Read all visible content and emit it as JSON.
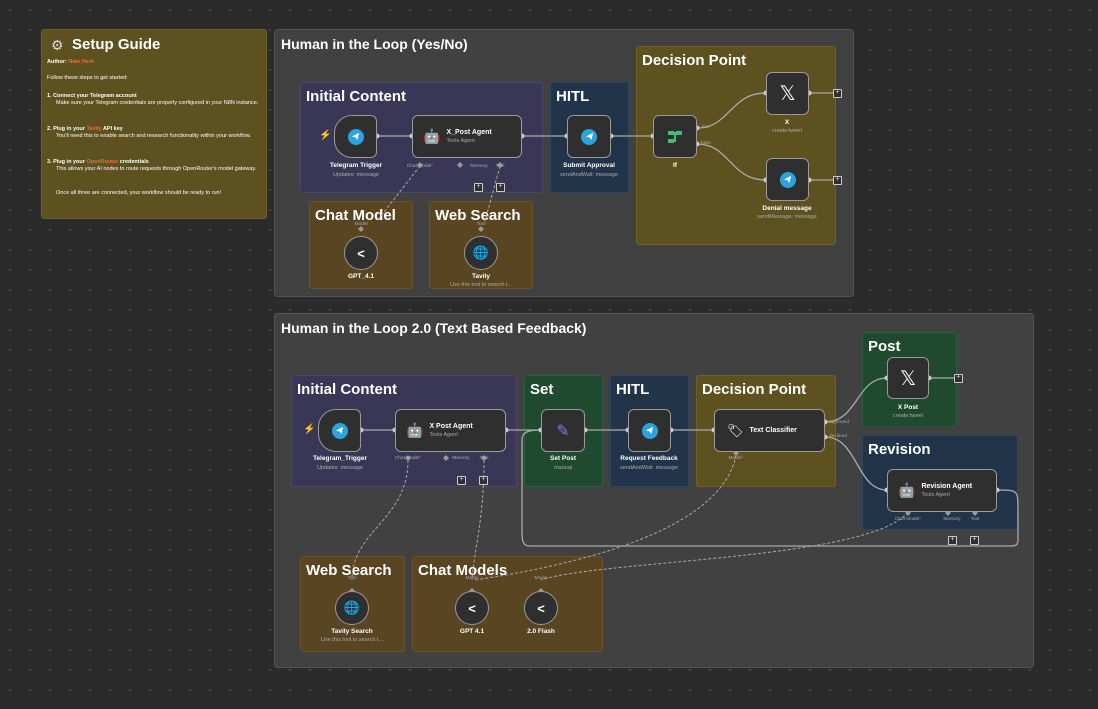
{
  "setup_guide": {
    "title": "Setup Guide",
    "author_label": "Author:",
    "author_name": "Nate Herk",
    "intro": "Follow these steps to get started:",
    "step1_title": "1. Connect your Telegram account",
    "step1_text": "Make sure your Telegram credentials are properly configured in your N8N instance.",
    "step2_title_a": "2. Plug in your",
    "step2_title_hl": "Tavily",
    "step2_title_b": "API key",
    "step2_text": "You'll need this to enable search and research functionality within your workflow.",
    "step3_title_a": "3. Plug in your",
    "step3_title_hl": "OpenRouter",
    "step3_title_b": "credentials",
    "step3_text": "This allows your AI nodes to route requests through OpenRouter's model gateway.",
    "outro": "Once all three are connected, your workflow should be ready to run!"
  },
  "group1": {
    "title": "Human in the Loop (Yes/No)",
    "stickies": {
      "initial": "Initial Content",
      "hitl": "HITL",
      "decision": "Decision Point",
      "chat_model": "Chat Model",
      "web_search": "Web Search"
    },
    "nodes": {
      "trigger": {
        "label": "Telegram Trigger",
        "sub": "Updates: message"
      },
      "agent": {
        "label": "X_Post Agent",
        "sub": "Tools Agent"
      },
      "approval": {
        "label": "Submit Approval",
        "sub": "sendAndWait: message"
      },
      "if": {
        "label": "If"
      },
      "x": {
        "label": "X",
        "sub": "create:tweet"
      },
      "denial": {
        "label": "Denial message",
        "sub": "sendMessage: message"
      },
      "gpt": {
        "label": "GPT_4.1"
      },
      "tavily": {
        "label": "Tavily",
        "sub": "Use this tool to search t..."
      }
    },
    "ports": {
      "chat_model": "Chat Model",
      "memory": "Memory",
      "tool": "Tool",
      "model": "Model",
      "tool_top": "Tool",
      "true": "true",
      "false": "false"
    }
  },
  "group2": {
    "title": "Human in the Loop 2.0 (Text Based Feedback)",
    "stickies": {
      "initial": "Initial Content",
      "set": "Set",
      "hitl": "HITL",
      "decision": "Decision Point",
      "post": "Post",
      "revision": "Revision",
      "web_search": "Web Search",
      "chat_models": "Chat Models"
    },
    "nodes": {
      "trigger": {
        "label": "Telegram_Trigger",
        "sub": "Updates: message"
      },
      "agent": {
        "label": "X Post Agent",
        "sub": "Tools Agent"
      },
      "set_post": {
        "label": "Set Post",
        "sub": "manual"
      },
      "feedback": {
        "label": "Request Feedback",
        "sub": "sendAndWait: message"
      },
      "classifier": {
        "label": "Text Classifier"
      },
      "xpost": {
        "label": "X Post",
        "sub": "create:tweet"
      },
      "revision_agent": {
        "label": "Revision Agent",
        "sub": "Tools Agent"
      },
      "tavily": {
        "label": "Tavily Search",
        "sub": "Use this tool to search t..."
      },
      "gpt": {
        "label": "GPT 4.1"
      },
      "flash": {
        "label": "2.0 Flash"
      }
    },
    "ports": {
      "chat_model": "Chat Model",
      "memory": "Memory",
      "tool": "Tool",
      "model": "Model",
      "approved": "approved",
      "declined": "declined"
    }
  },
  "colors": {
    "telegram": "#2aa3de",
    "accent": "#f26b3a",
    "if_green": "#3fbf6f",
    "set_purple": "#7b7bf2"
  }
}
